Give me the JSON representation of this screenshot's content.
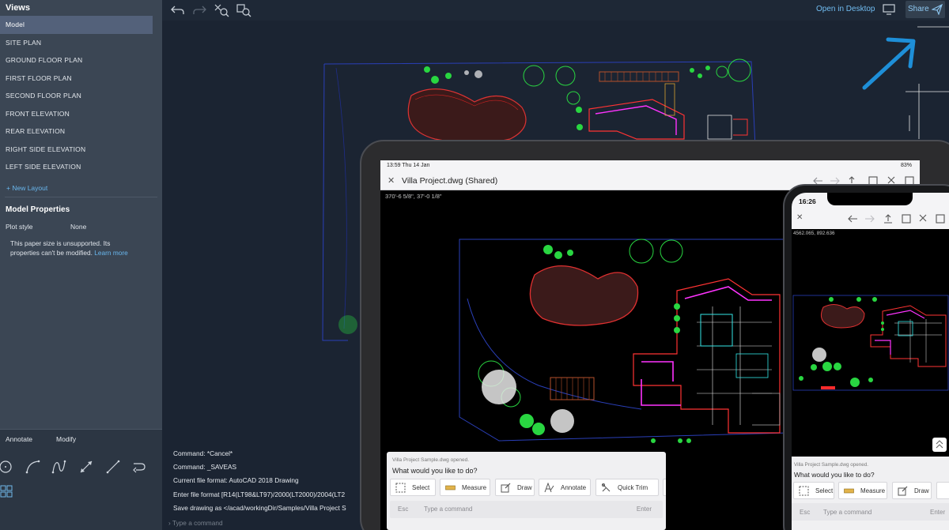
{
  "sidebar": {
    "views_title": "Views",
    "views": [
      "Model",
      "SITE PLAN",
      "GROUND FLOOR PLAN",
      "FIRST FLOOR PLAN",
      "SECOND FLOOR PLAN",
      "FRONT  ELEVATION",
      "REAR  ELEVATION",
      "RIGHT SIDE ELEVATION",
      "LEFT SIDE  ELEVATION"
    ],
    "active_view": "Model",
    "new_layout": "New Layout",
    "properties_title": "Model Properties",
    "plot_style_label": "Plot style",
    "plot_style_value": "None",
    "note": "This paper size is unsupported. Its properties can't be modified.",
    "note_link": "Learn more",
    "tab_annotate": "Annotate",
    "tab_modify": "Modify"
  },
  "topbar": {
    "open_desktop": "Open in Desktop",
    "share": "Share"
  },
  "command_log": [
    "Command: *Cancel*",
    "Command: _SAVEAS",
    "Current file format: AutoCAD 2018 Drawing",
    "Enter file format [R14(LT98&LT97)/2000(LT2000)/2004(LT2",
    "Save drawing as </acad/workingDir/Samples/Villa Project S"
  ],
  "command_placeholder": "Type a command",
  "tablet": {
    "time": "13:59",
    "date": "Thu 14 Jan",
    "battery": "83%",
    "filename": "Villa Project.dwg (Shared)",
    "coords": "370'-6 5/8\",  37'-0 1/8\"",
    "opened_msg": "Villa Project Sample.dwg opened.",
    "prompt": "What would you like to do?",
    "chips": [
      "Select",
      "Measure",
      "Draw",
      "Annotate",
      "Quick Trim"
    ],
    "esc": "Esc",
    "placeholder": "Type a command",
    "enter": "Enter"
  },
  "phone": {
    "time": "16:26",
    "coords": "4562.065,  892.636",
    "opened_msg": "Villa Project Sample.dwg opened.",
    "prompt": "What would you like to do?",
    "chips": [
      "Select",
      "Measure",
      "Draw"
    ],
    "esc": "Esc",
    "placeholder": "Type a command",
    "enter": "Enter"
  },
  "colors": {
    "accent": "#71bdf2",
    "arrow": "#1e8fd8",
    "cad_red": "#ff2b2b",
    "cad_magenta": "#ff33ff",
    "cad_green": "#29d641",
    "cad_cyan": "#33e6e6"
  }
}
